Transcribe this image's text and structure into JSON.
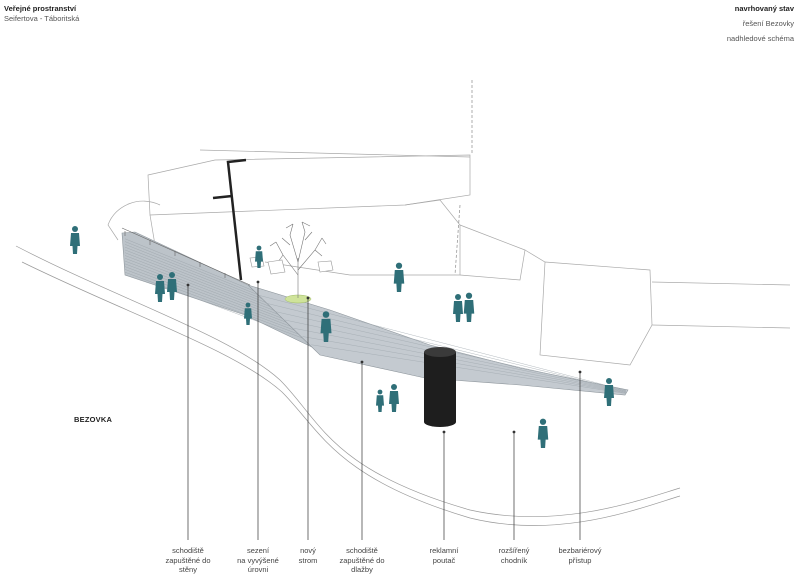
{
  "header": {
    "title": "Veřejné prostranství",
    "subtitle": "Seifertova - Táboritská"
  },
  "header_right": {
    "title": "navrhovaný stav",
    "line1": "řešení Bezovky",
    "line2": "nadhledové schéma"
  },
  "street_label": "BEZOVKA",
  "labels": {
    "stairs_wall": "schodiště\nzapuštěné do\nstěny",
    "seating": "sezení\nna vyvýšené\núrovni",
    "tree": "nový\nstrom",
    "stairs_paving": "schodiště\nzapuštěné do\ndlažby",
    "ad_pillar": "reklamní\npoutač",
    "sidewalk": "rozšířený\nchodník",
    "accessible": "bezbariérový\npřístup"
  },
  "colors": {
    "figure": "#2f6f78",
    "stairs": "#b9c0c6",
    "pillar": "#1e1e1e",
    "tree_disc": "#cfe39a",
    "line": "#9a9a9a"
  }
}
